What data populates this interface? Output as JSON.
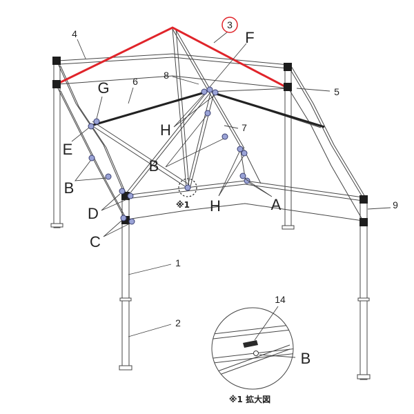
{
  "colors": {
    "highlight_red": "#e0242a",
    "highlight_dark": "#222222",
    "joint": "#9aa3d6",
    "line": "#444444"
  },
  "part_numbers": {
    "p1": "1",
    "p2": "2",
    "p3": "3",
    "p4": "4",
    "p5": "5",
    "p6": "6",
    "p7": "7",
    "p8": "8",
    "p9": "9",
    "p14": "14"
  },
  "joint_letters": {
    "f": "F",
    "g": "G",
    "e": "E",
    "h_upper": "H",
    "b_mid": "B",
    "b_left": "B",
    "h_lower": "H",
    "a": "A",
    "d": "D",
    "c": "C",
    "b_detail": "B"
  },
  "notes": {
    "marker": "※1",
    "detail_caption": "※1 拡大図"
  }
}
